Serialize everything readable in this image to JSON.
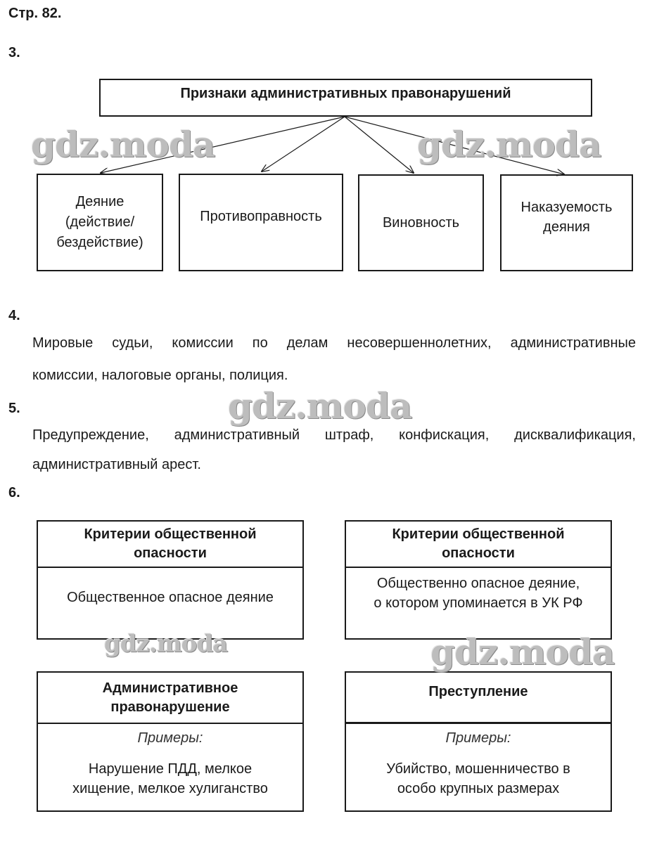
{
  "page": {
    "label": "Стр. 82."
  },
  "task3": {
    "number": "3.",
    "root": "Признаки административных правонарушений",
    "children": [
      {
        "lines": [
          "Деяние",
          "(действие/",
          "бездействие)"
        ]
      },
      {
        "lines": [
          "Противоправность"
        ]
      },
      {
        "lines": [
          "Виновность"
        ]
      },
      {
        "lines": [
          "Наказуемость",
          "деяния"
        ]
      }
    ]
  },
  "task4": {
    "number": "4.",
    "line1": "Мировые судьи, комиссии по делам несовершеннолетних, административные",
    "line2": "комиссии, налоговые органы, полиция."
  },
  "task5": {
    "number": "5.",
    "line1": "Предупреждение, административный штраф, конфискация, дисквалификация,",
    "line2": "административный арест."
  },
  "task6": {
    "number": "6.",
    "left_top": {
      "head_lines": [
        "Критерии общественной",
        "опасности"
      ],
      "body": "Общественное опасное деяние"
    },
    "right_top": {
      "head_lines": [
        "Критерии общественной",
        "опасности"
      ],
      "body_lines": [
        "Общественно опасное деяние,",
        "о котором упоминается в УК РФ"
      ]
    },
    "left_bottom": {
      "head_lines": [
        "Административное",
        "правонарушение"
      ],
      "examples_label": "Примеры:",
      "examples_lines": [
        "Нарушение ПДД, мелкое",
        "хищение, мелкое хулиганство"
      ]
    },
    "right_bottom": {
      "head": "Преступление",
      "examples_label": "Примеры:",
      "examples_lines": [
        "Убийство, мошенничество в",
        "особо крупных размерах"
      ]
    }
  },
  "watermark": {
    "text": "gdz.moda"
  }
}
